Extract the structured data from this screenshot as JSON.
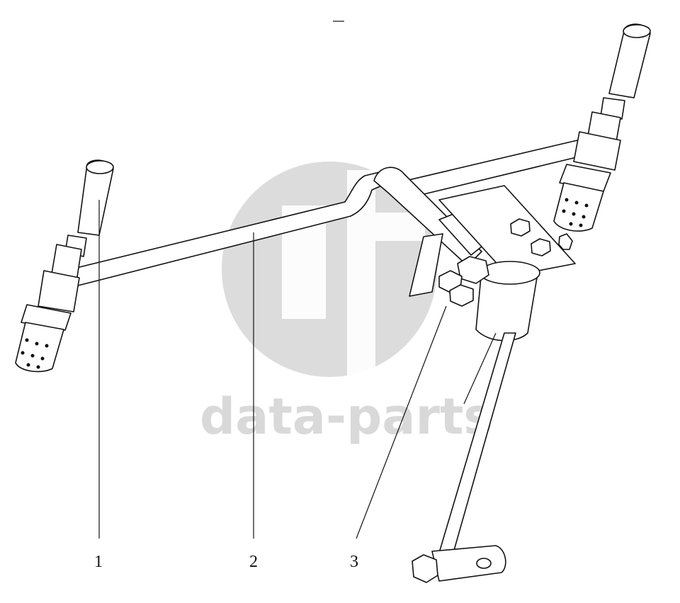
{
  "diagram": {
    "callouts": [
      {
        "id": "1",
        "label": "1"
      },
      {
        "id": "2",
        "label": "2"
      },
      {
        "id": "3",
        "label": "3"
      }
    ],
    "watermark": {
      "text": "data-parts",
      "color": "#d9d9d9"
    },
    "line_color": "#111111",
    "background": "#ffffff"
  }
}
